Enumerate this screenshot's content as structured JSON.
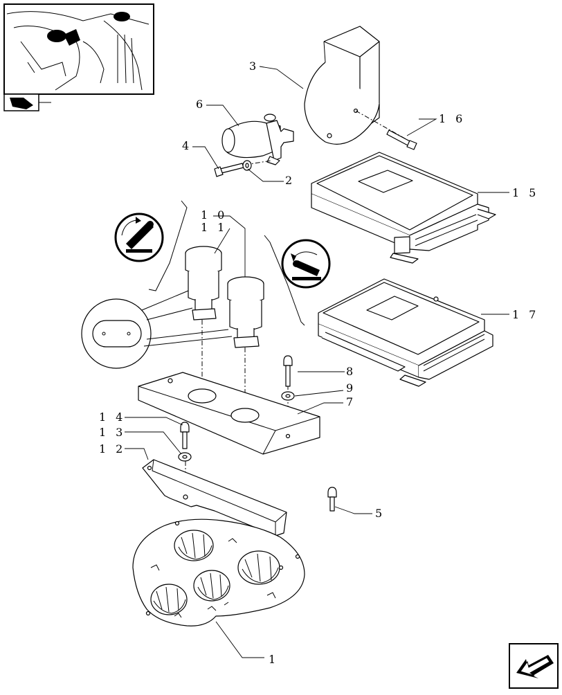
{
  "callouts": [
    "1",
    "2",
    "3",
    "4",
    "5",
    "6",
    "7",
    "8",
    "9",
    "10",
    "11",
    "12",
    "13",
    "14",
    "15",
    "16",
    "17"
  ],
  "icons": {
    "location_thumbnail": "tractor-cab-location-thumbnail",
    "thumbnail_tab": "folder-tab-icon",
    "symbol_left": "lever-raise-symbol",
    "symbol_right": "lever-lower-symbol",
    "nav_arrow": "next-page-arrow-icon"
  }
}
